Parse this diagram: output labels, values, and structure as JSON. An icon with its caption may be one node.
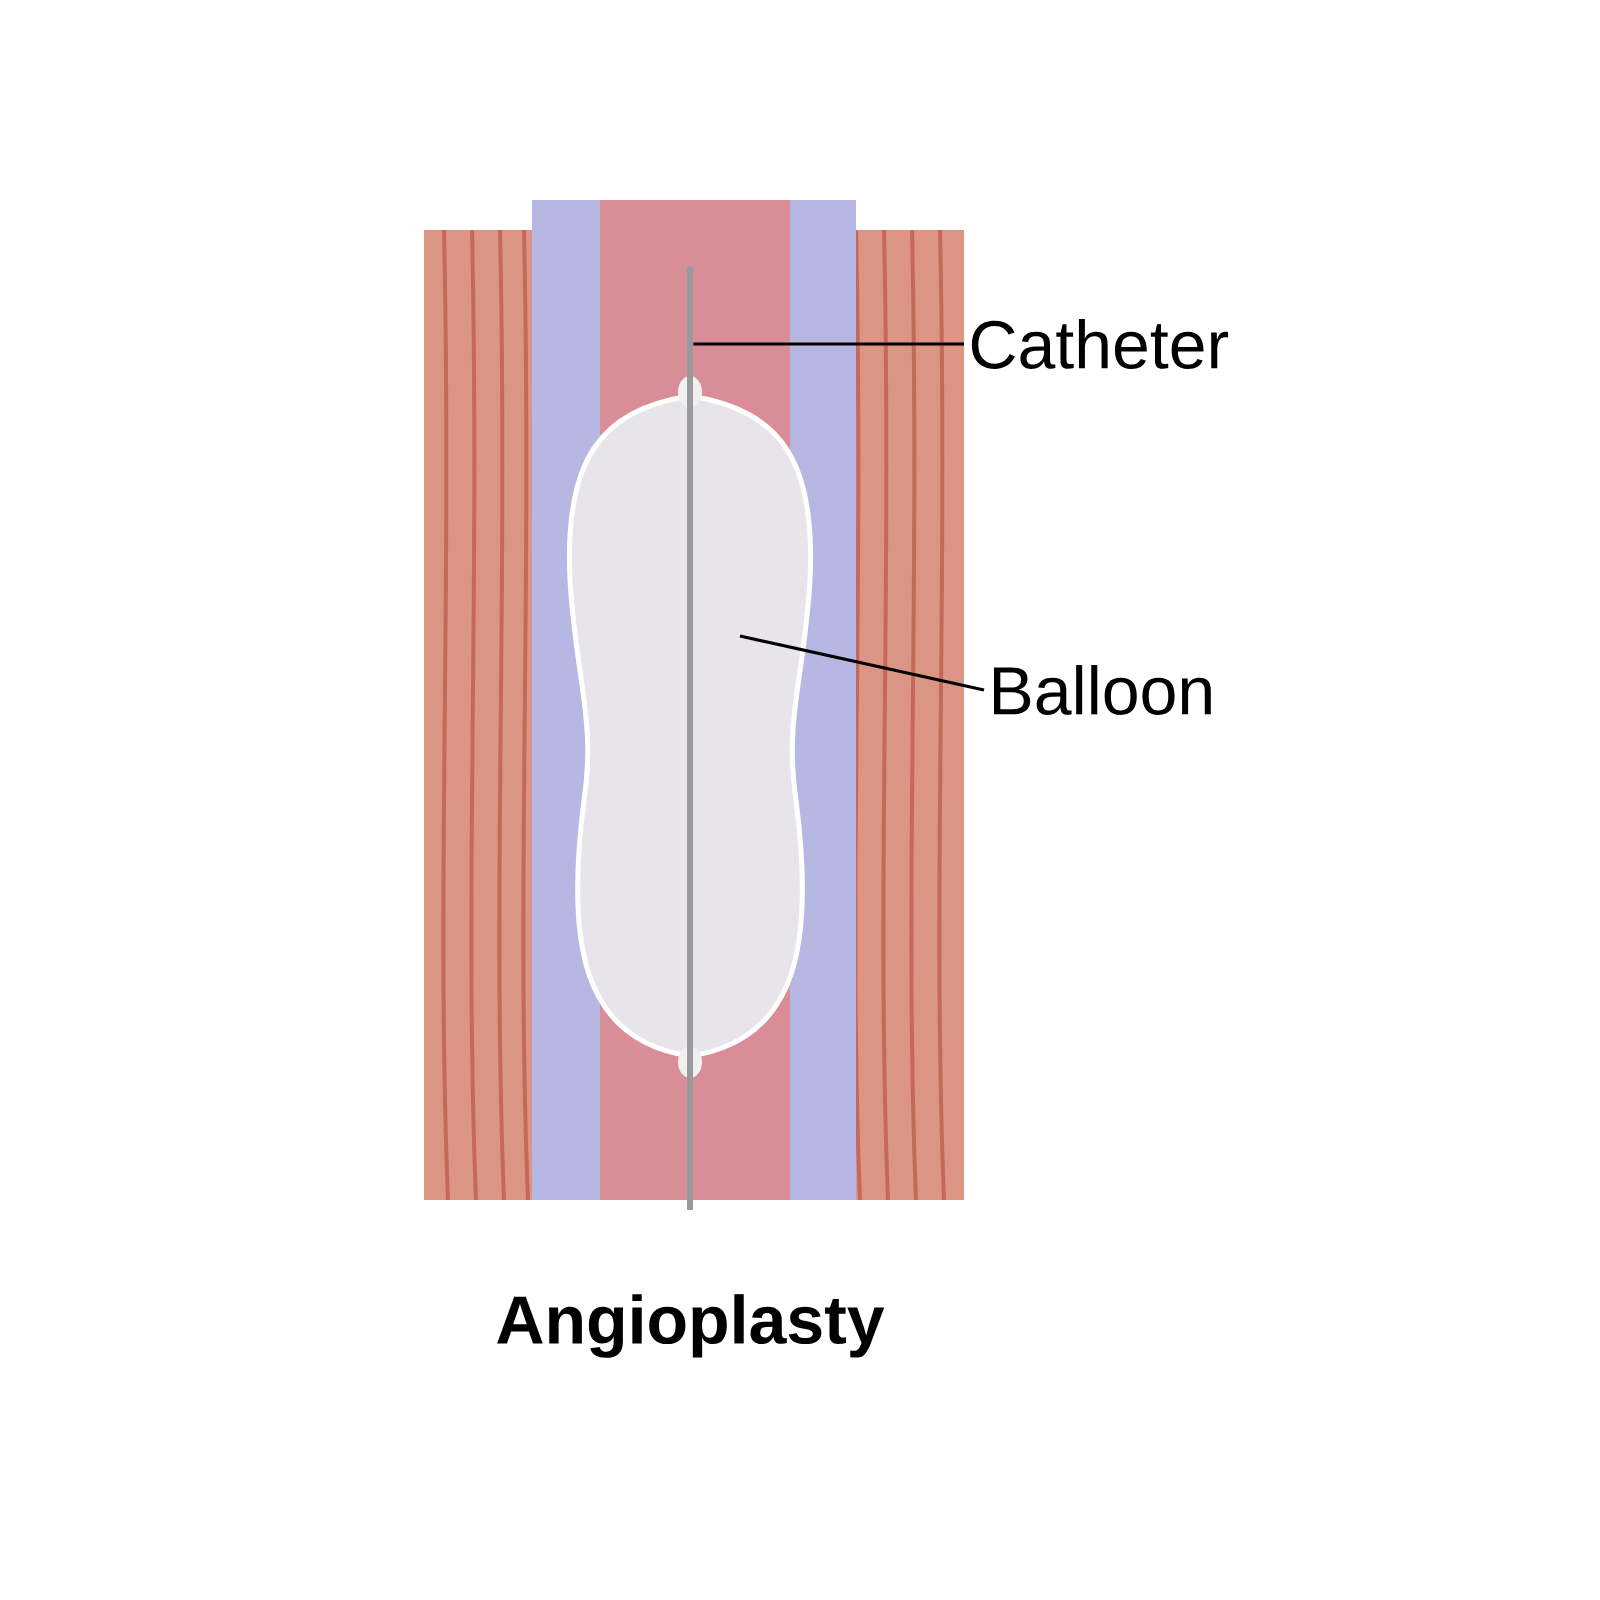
{
  "diagram": {
    "caption": "Angioplasty",
    "nodes": [
      {
        "text": [
          "Catheter"
        ]
      },
      {
        "text": [],
        "shape": "bar"
      },
      {
        "text": [
          "Balloon"
        ]
      },
      {
        "text": [],
        "shape": "balloon"
      }
    ],
    "edges": [
      {
        "from": 0,
        "to": 1,
        "arrow": "none"
      },
      {
        "from": 2,
        "to": 3,
        "arrow": "none"
      }
    ]
  }
}
